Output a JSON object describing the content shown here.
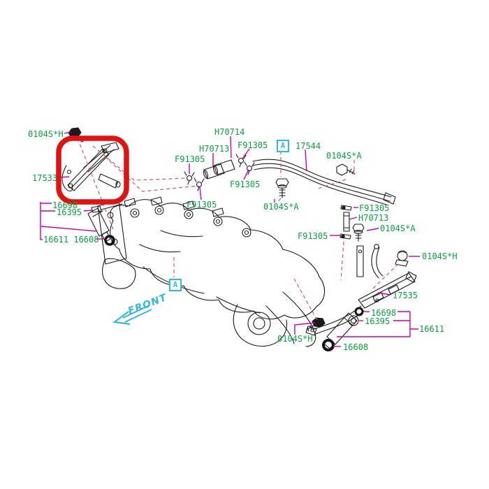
{
  "diagram": {
    "front_label": "FRONT",
    "view_markers": [
      "A",
      "A"
    ],
    "colors": {
      "label_text": "#0aa13f",
      "leader_line": "#cc00aa",
      "assembly_dashed": "#cc5c5c",
      "callout_cyan": "#35b6dd",
      "highlight_red": "#de1414",
      "line_art": "#1b1b1b"
    },
    "part_labels": [
      {
        "part": "0104S*H"
      },
      {
        "part": "17533"
      },
      {
        "part": "16698"
      },
      {
        "part": "16395"
      },
      {
        "part": "16611 16608"
      },
      {
        "part": "F91305"
      },
      {
        "part": "H70713"
      },
      {
        "part": "H70714"
      },
      {
        "part": "F91305"
      },
      {
        "part": "F91305"
      },
      {
        "part": "F91305"
      },
      {
        "part": "17544"
      },
      {
        "part": "0104S*A"
      },
      {
        "part": "0104S*A"
      },
      {
        "part": "F91305"
      },
      {
        "part": "H70713"
      },
      {
        "part": "0104S*A"
      },
      {
        "part": "F91305"
      },
      {
        "part": "0104S*H"
      },
      {
        "part": "17535"
      },
      {
        "part": "16698"
      },
      {
        "part": "16395"
      },
      {
        "part": "16611"
      },
      {
        "part": "0104S*H"
      },
      {
        "part": "16608"
      }
    ]
  }
}
